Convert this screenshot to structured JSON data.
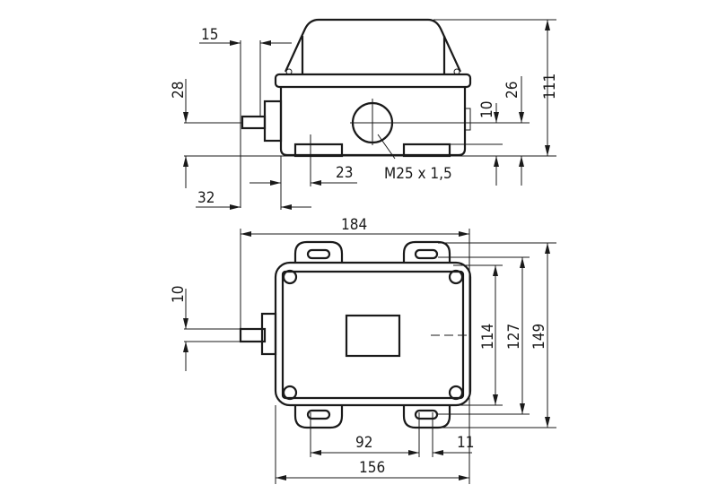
{
  "drawing": {
    "side_view": {
      "dim_total_height": "111",
      "dim_lid_to_axis": "26",
      "dim_gland_offset": "10",
      "dim_shaft_height": "28",
      "dim_shaft_length": "15",
      "dim_tab_offset": "23",
      "dim_shaft_to_body": "32",
      "thread_label": "M25 x 1,5"
    },
    "top_view": {
      "dim_overall_width": "184",
      "dim_inner_height": "114",
      "dim_mid_height": "127",
      "dim_overall_height": "149",
      "dim_shaft_width": "10",
      "dim_hole_spacing": "92",
      "dim_hole_edge": "11",
      "dim_body_width": "156"
    }
  }
}
